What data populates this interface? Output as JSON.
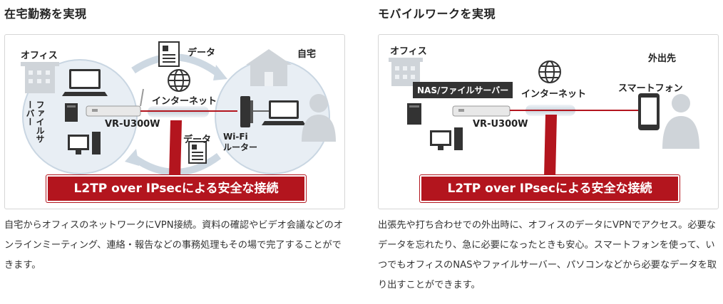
{
  "left": {
    "heading": "在宅勤務を実現",
    "labels": {
      "office": "オフィス",
      "data_top": "データ",
      "home": "自宅",
      "internet": "インターネット",
      "file_server": "ファイルサーバー",
      "router_model": "VR-U300W",
      "data_bottom": "データ",
      "wifi_router": "Wi-Fi\nルーター"
    },
    "banner": "L2TP over IPsecによる安全な接続",
    "description": "自宅からオフィスのネットワークにVPN接続。資料の確認やビデオ会議などのオンラインミーティング、連絡・報告などの事務処理もその場で完了することができます。"
  },
  "right": {
    "heading": "モバイルワークを実現",
    "labels": {
      "office": "オフィス",
      "remote": "外出先",
      "nas": "NAS/ファイルサーバー",
      "internet": "インターネット",
      "smartphone": "スマートフォン",
      "router_model": "VR-U300W"
    },
    "banner": "L2TP over IPsecによる安全な接続",
    "description": "出張先や打ち合わせでの外出時に、オフィスのデータにVPNでアクセス。必要なデータを忘れたり、急に必要になったときも安心。スマートフォンを使って、いつでもオフィスのNASやファイルサーバー、パソコンなどから必要なデータを取り出すことができます。"
  },
  "colors": {
    "accent_red": "#b3151e",
    "circle_fill": "#e8eef4",
    "icon_gray": "#333333"
  }
}
